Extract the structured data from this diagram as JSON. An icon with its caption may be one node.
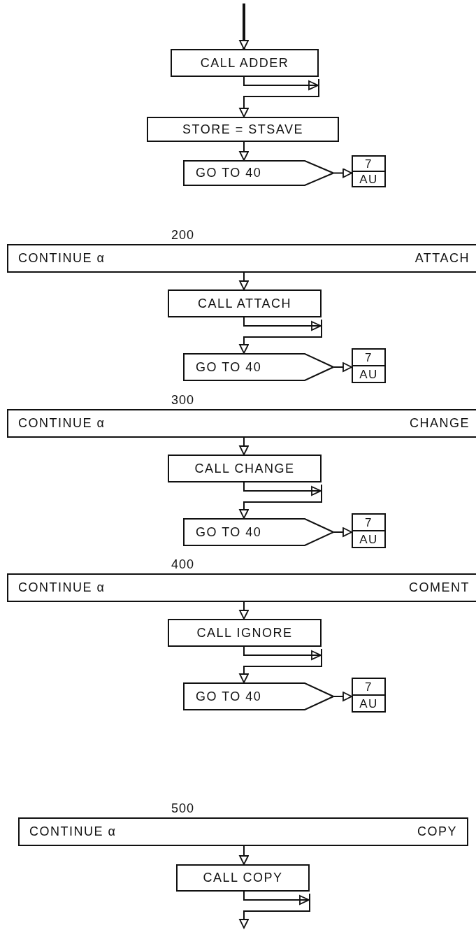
{
  "diagram": {
    "nodes": [
      {
        "text": [
          "CALL ADDER"
        ]
      },
      {
        "text": [
          "STORE = STSAVE"
        ]
      },
      {
        "text": [
          "GO TO 40"
        ]
      },
      {
        "text": [
          "7",
          "AU"
        ]
      },
      {
        "text": [
          "CONTINUE α",
          "ATTACH"
        ],
        "beside": [
          "200"
        ]
      },
      {
        "text": [
          "CALL ATTACH"
        ]
      },
      {
        "text": [
          "GO TO 40"
        ]
      },
      {
        "text": [
          "7",
          "AU"
        ]
      },
      {
        "text": [
          "CONTINUE α",
          "CHANGE"
        ],
        "beside": [
          "300"
        ]
      },
      {
        "text": [
          "CALL CHANGE"
        ]
      },
      {
        "text": [
          "GO TO 40"
        ]
      },
      {
        "text": [
          "7",
          "AU"
        ]
      },
      {
        "text": [
          "CONTINUE α",
          "COMENT"
        ],
        "beside": [
          "400"
        ]
      },
      {
        "text": [
          "CALL IGNORE"
        ]
      },
      {
        "text": [
          "GO TO 40"
        ]
      },
      {
        "text": [
          "7",
          "AU"
        ]
      },
      {
        "text": [
          "CONTINUE α",
          "COPY"
        ],
        "beside": [
          "500"
        ]
      },
      {
        "text": [
          "CALL COPY"
        ]
      }
    ],
    "edges": [
      {
        "from": null,
        "to": 0,
        "arrow": "to",
        "style": "thick"
      },
      {
        "from": 0,
        "to": 1,
        "arrow": "to"
      },
      {
        "from": 1,
        "to": 2,
        "arrow": "to"
      },
      {
        "from": 2,
        "to": 3,
        "arrow": "to"
      },
      {
        "from": 4,
        "to": 5,
        "arrow": "to"
      },
      {
        "from": 5,
        "to": 6,
        "arrow": "to"
      },
      {
        "from": 6,
        "to": 7,
        "arrow": "to"
      },
      {
        "from": 8,
        "to": 9,
        "arrow": "to"
      },
      {
        "from": 9,
        "to": 10,
        "arrow": "to"
      },
      {
        "from": 10,
        "to": 11,
        "arrow": "to"
      },
      {
        "from": 12,
        "to": 13,
        "arrow": "to"
      },
      {
        "from": 13,
        "to": 14,
        "arrow": "to"
      },
      {
        "from": 14,
        "to": 15,
        "arrow": "to"
      },
      {
        "from": 16,
        "to": 17,
        "arrow": "to"
      },
      {
        "from": 17,
        "to": null,
        "arrow": "to"
      }
    ]
  }
}
